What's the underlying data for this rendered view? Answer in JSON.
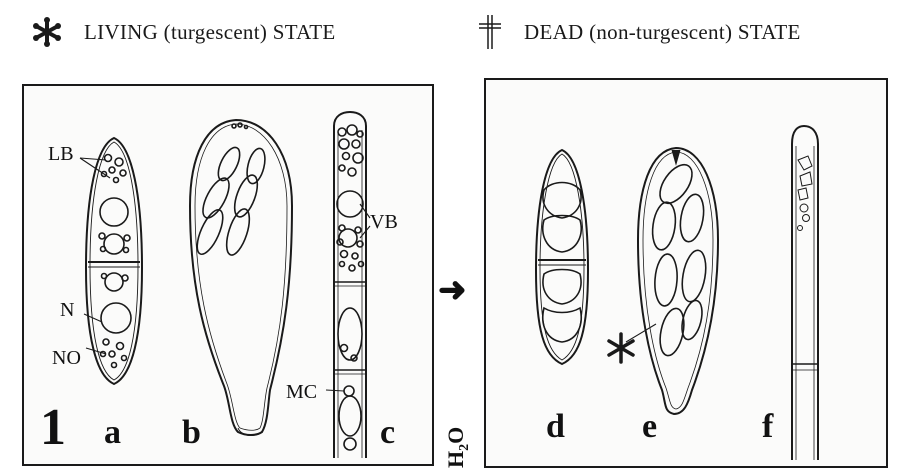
{
  "header": {
    "living_label": "LIVING (turgescent) STATE",
    "dead_label": "DEAD (non-turgescent) STATE",
    "living_symbol": "asterisk-icon",
    "dead_symbol": "cross-icon"
  },
  "figure": {
    "number": "1",
    "panels": {
      "a": "a",
      "b": "b",
      "c": "c",
      "d": "d",
      "e": "e",
      "f": "f"
    },
    "annotations": {
      "lb": "LB",
      "n": "N",
      "no": "NO",
      "vb": "VB",
      "mc": "MC",
      "asterisk": "*"
    },
    "transition": {
      "arrow": "➜",
      "h2o_h": "H",
      "h2o_2": "2",
      "h2o_o": "O"
    }
  },
  "colors": {
    "ink": "#1a1a1a",
    "paper": "#fbfbfa"
  }
}
